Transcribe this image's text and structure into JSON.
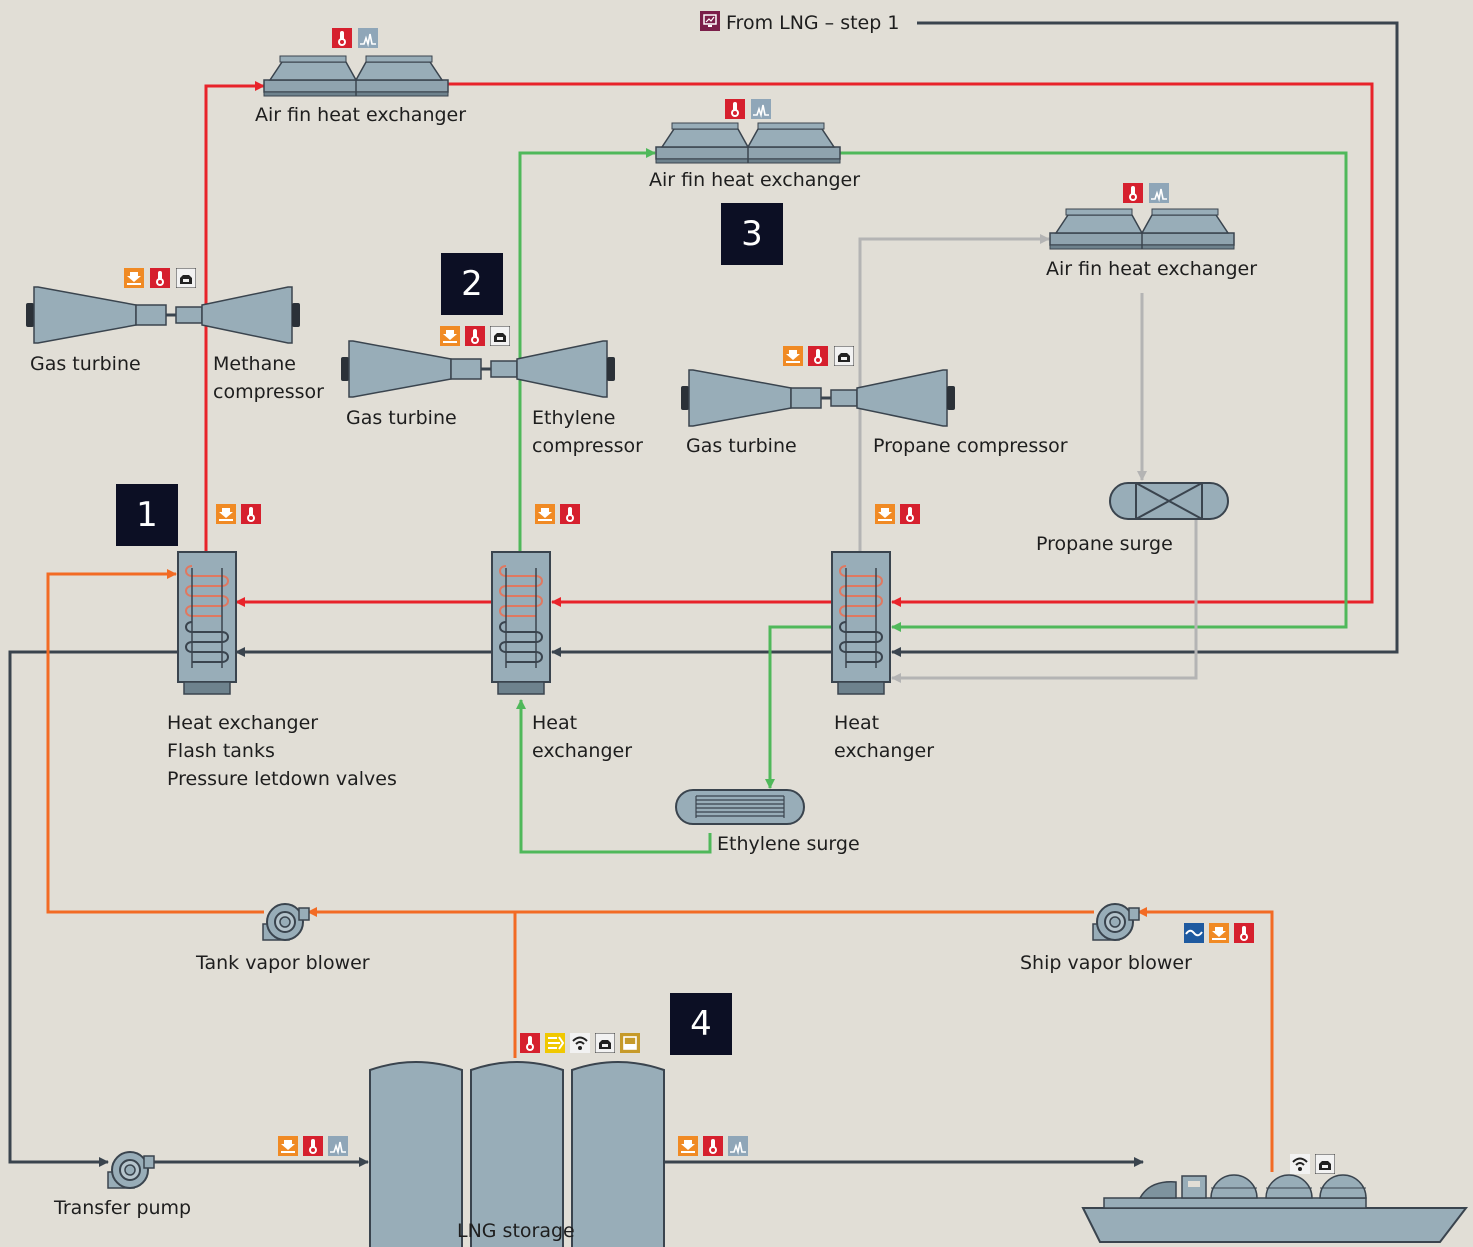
{
  "header": {
    "source_label": "From LNG – step 1"
  },
  "badges": [
    "1",
    "2",
    "3",
    "4"
  ],
  "labels": {
    "airfin_methane": "Air fin heat exchanger",
    "airfin_ethylene": "Air fin heat exchanger",
    "airfin_propane": "Air fin heat exchanger",
    "gas_turbine_1": "Gas turbine",
    "methane_compressor": [
      "Methane",
      "compressor"
    ],
    "gas_turbine_2": "Gas turbine",
    "ethylene_compressor": [
      "Ethylene",
      "compressor"
    ],
    "gas_turbine_3": "Gas turbine",
    "propane_compressor": "Propane compressor",
    "propane_surge": "Propane surge",
    "hx1": [
      "Heat exchanger",
      "Flash tanks",
      "Pressure letdown valves"
    ],
    "hx2": [
      "Heat",
      "exchanger"
    ],
    "hx3": [
      "Heat",
      "exchanger"
    ],
    "ethylene_surge": "Ethylene surge",
    "tank_vapor_blower": "Tank vapor blower",
    "ship_vapor_blower": "Ship vapor blower",
    "transfer_pump": "Transfer pump",
    "lng_storage": "LNG storage"
  },
  "colors": {
    "methane_line": "#e8232a",
    "ethylene_line": "#4fb85a",
    "propane_line": "#b4b4b4",
    "lng_line": "#3a444e",
    "vapor_line": "#f26b24",
    "equipment": "#98adb8",
    "background": "#e1ded6",
    "badge": "#0c0f24"
  },
  "icon_legend": [
    "pressure-icon",
    "temperature-icon",
    "analyzer-icon",
    "network-icon",
    "flow-icon",
    "wireless-icon",
    "level-icon",
    "power-icon",
    "hmi-icon"
  ]
}
